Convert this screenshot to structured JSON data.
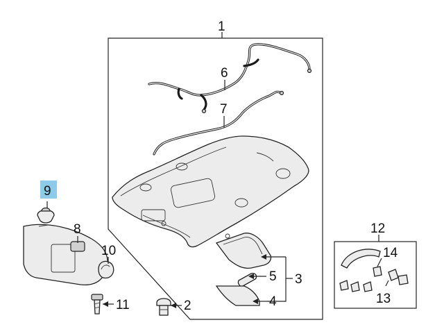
{
  "callouts": {
    "c1": "1",
    "c2": "2",
    "c3": "3",
    "c4": "4",
    "c5": "5",
    "c6": "6",
    "c7": "7",
    "c8": "8",
    "c9": "9",
    "c10": "10",
    "c11": "11",
    "c12": "12",
    "c13": "13",
    "c14": "14"
  },
  "colors": {
    "highlight": "#8ecbea",
    "ink": "#222222",
    "part_fill": "#ececec"
  }
}
